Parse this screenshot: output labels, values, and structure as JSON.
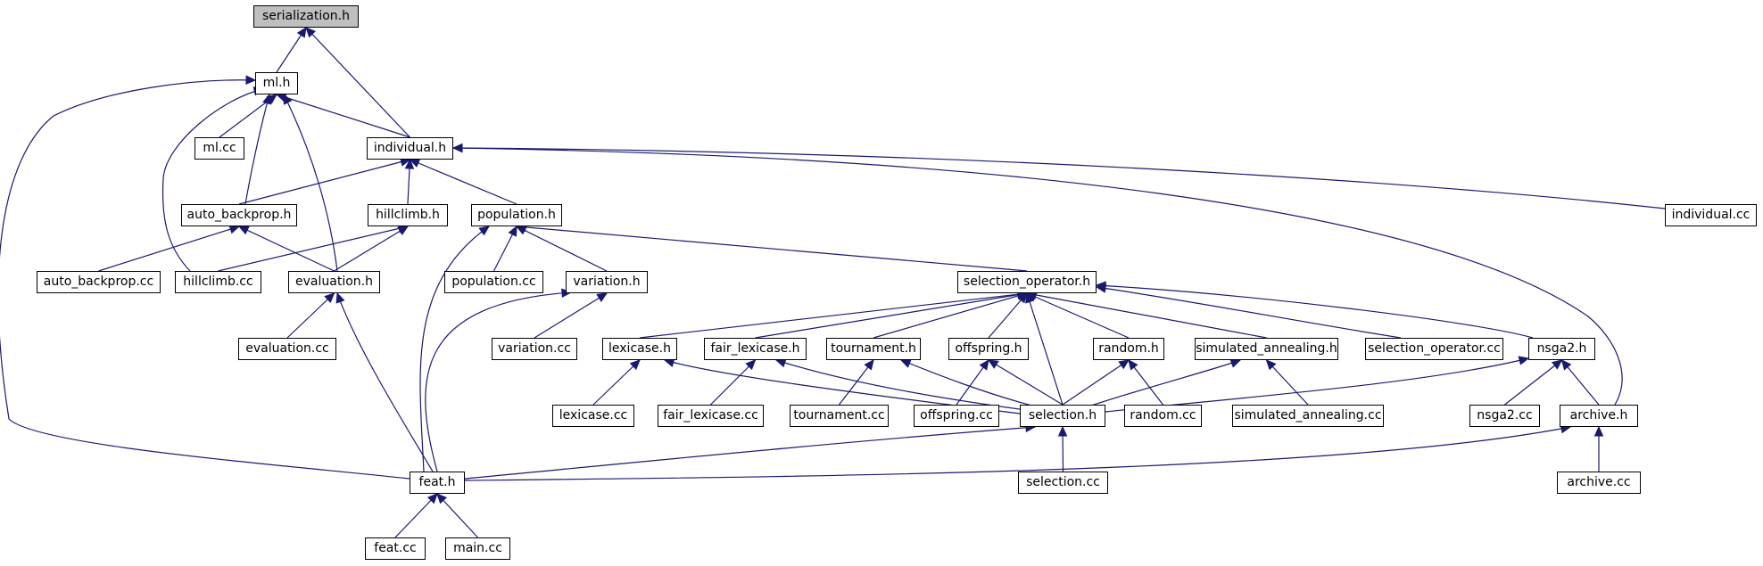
{
  "colors": {
    "edge": "#191970",
    "root_fill": "#bfbfbf",
    "node_fill": "#ffffff",
    "node_border": "#000000"
  },
  "nodes": [
    {
      "id": "serialization_h",
      "label": "serialization.h",
      "root": true
    },
    {
      "id": "ml_h",
      "label": "ml.h"
    },
    {
      "id": "ml_cc",
      "label": "ml.cc"
    },
    {
      "id": "individual_h",
      "label": "individual.h"
    },
    {
      "id": "auto_backprop_h",
      "label": "auto_backprop.h"
    },
    {
      "id": "hillclimb_h",
      "label": "hillclimb.h"
    },
    {
      "id": "population_h",
      "label": "population.h"
    },
    {
      "id": "individual_cc",
      "label": "individual.cc"
    },
    {
      "id": "auto_backprop_cc",
      "label": "auto_backprop.cc"
    },
    {
      "id": "hillclimb_cc",
      "label": "hillclimb.cc"
    },
    {
      "id": "evaluation_h",
      "label": "evaluation.h"
    },
    {
      "id": "population_cc",
      "label": "population.cc"
    },
    {
      "id": "variation_h",
      "label": "variation.h"
    },
    {
      "id": "selection_operator_h",
      "label": "selection_operator.h"
    },
    {
      "id": "evaluation_cc",
      "label": "evaluation.cc"
    },
    {
      "id": "variation_cc",
      "label": "variation.cc"
    },
    {
      "id": "lexicase_h",
      "label": "lexicase.h"
    },
    {
      "id": "fair_lexicase_h",
      "label": "fair_lexicase.h"
    },
    {
      "id": "tournament_h",
      "label": "tournament.h"
    },
    {
      "id": "offspring_h",
      "label": "offspring.h"
    },
    {
      "id": "random_h",
      "label": "random.h"
    },
    {
      "id": "simulated_annealing_h",
      "label": "simulated_annealing.h"
    },
    {
      "id": "selection_operator_cc",
      "label": "selection_operator.cc"
    },
    {
      "id": "nsga2_h",
      "label": "nsga2.h"
    },
    {
      "id": "lexicase_cc",
      "label": "lexicase.cc"
    },
    {
      "id": "fair_lexicase_cc",
      "label": "fair_lexicase.cc"
    },
    {
      "id": "tournament_cc",
      "label": "tournament.cc"
    },
    {
      "id": "offspring_cc",
      "label": "offspring.cc"
    },
    {
      "id": "selection_h",
      "label": "selection.h"
    },
    {
      "id": "random_cc",
      "label": "random.cc"
    },
    {
      "id": "simulated_annealing_cc",
      "label": "simulated_annealing.cc"
    },
    {
      "id": "nsga2_cc",
      "label": "nsga2.cc"
    },
    {
      "id": "archive_h",
      "label": "archive.h"
    },
    {
      "id": "feat_h",
      "label": "feat.h"
    },
    {
      "id": "selection_cc",
      "label": "selection.cc"
    },
    {
      "id": "archive_cc",
      "label": "archive.cc"
    },
    {
      "id": "feat_cc",
      "label": "feat.cc"
    },
    {
      "id": "main_cc",
      "label": "main.cc"
    }
  ],
  "edges": [
    [
      "serialization_h",
      "ml_h"
    ],
    [
      "serialization_h",
      "individual_h"
    ],
    [
      "ml_h",
      "ml_cc"
    ],
    [
      "ml_h",
      "individual_h"
    ],
    [
      "ml_h",
      "auto_backprop_h"
    ],
    [
      "ml_h",
      "hillclimb_cc"
    ],
    [
      "ml_h",
      "evaluation_h"
    ],
    [
      "ml_h",
      "feat_h"
    ],
    [
      "individual_h",
      "auto_backprop_h"
    ],
    [
      "individual_h",
      "hillclimb_h"
    ],
    [
      "individual_h",
      "population_h"
    ],
    [
      "individual_h",
      "individual_cc"
    ],
    [
      "individual_h",
      "archive_h"
    ],
    [
      "auto_backprop_h",
      "auto_backprop_cc"
    ],
    [
      "auto_backprop_h",
      "evaluation_h"
    ],
    [
      "hillclimb_h",
      "hillclimb_cc"
    ],
    [
      "hillclimb_h",
      "evaluation_h"
    ],
    [
      "population_h",
      "population_cc"
    ],
    [
      "population_h",
      "variation_h"
    ],
    [
      "population_h",
      "selection_operator_h"
    ],
    [
      "population_h",
      "feat_h"
    ],
    [
      "evaluation_h",
      "evaluation_cc"
    ],
    [
      "evaluation_h",
      "feat_h"
    ],
    [
      "variation_h",
      "variation_cc"
    ],
    [
      "variation_h",
      "feat_h"
    ],
    [
      "selection_operator_h",
      "lexicase_h"
    ],
    [
      "selection_operator_h",
      "fair_lexicase_h"
    ],
    [
      "selection_operator_h",
      "tournament_h"
    ],
    [
      "selection_operator_h",
      "offspring_h"
    ],
    [
      "selection_operator_h",
      "random_h"
    ],
    [
      "selection_operator_h",
      "simulated_annealing_h"
    ],
    [
      "selection_operator_h",
      "selection_operator_cc"
    ],
    [
      "selection_operator_h",
      "nsga2_h"
    ],
    [
      "selection_operator_h",
      "selection_h"
    ],
    [
      "lexicase_h",
      "lexicase_cc"
    ],
    [
      "lexicase_h",
      "selection_h"
    ],
    [
      "fair_lexicase_h",
      "fair_lexicase_cc"
    ],
    [
      "fair_lexicase_h",
      "selection_h"
    ],
    [
      "tournament_h",
      "tournament_cc"
    ],
    [
      "tournament_h",
      "selection_h"
    ],
    [
      "offspring_h",
      "offspring_cc"
    ],
    [
      "offspring_h",
      "selection_h"
    ],
    [
      "random_h",
      "selection_h"
    ],
    [
      "random_h",
      "random_cc"
    ],
    [
      "simulated_annealing_h",
      "selection_h"
    ],
    [
      "simulated_annealing_h",
      "simulated_annealing_cc"
    ],
    [
      "nsga2_h",
      "selection_h"
    ],
    [
      "nsga2_h",
      "nsga2_cc"
    ],
    [
      "nsga2_h",
      "archive_h"
    ],
    [
      "selection_h",
      "feat_h"
    ],
    [
      "selection_h",
      "selection_cc"
    ],
    [
      "archive_h",
      "feat_h"
    ],
    [
      "archive_h",
      "archive_cc"
    ],
    [
      "feat_h",
      "feat_cc"
    ],
    [
      "feat_h",
      "main_cc"
    ]
  ]
}
